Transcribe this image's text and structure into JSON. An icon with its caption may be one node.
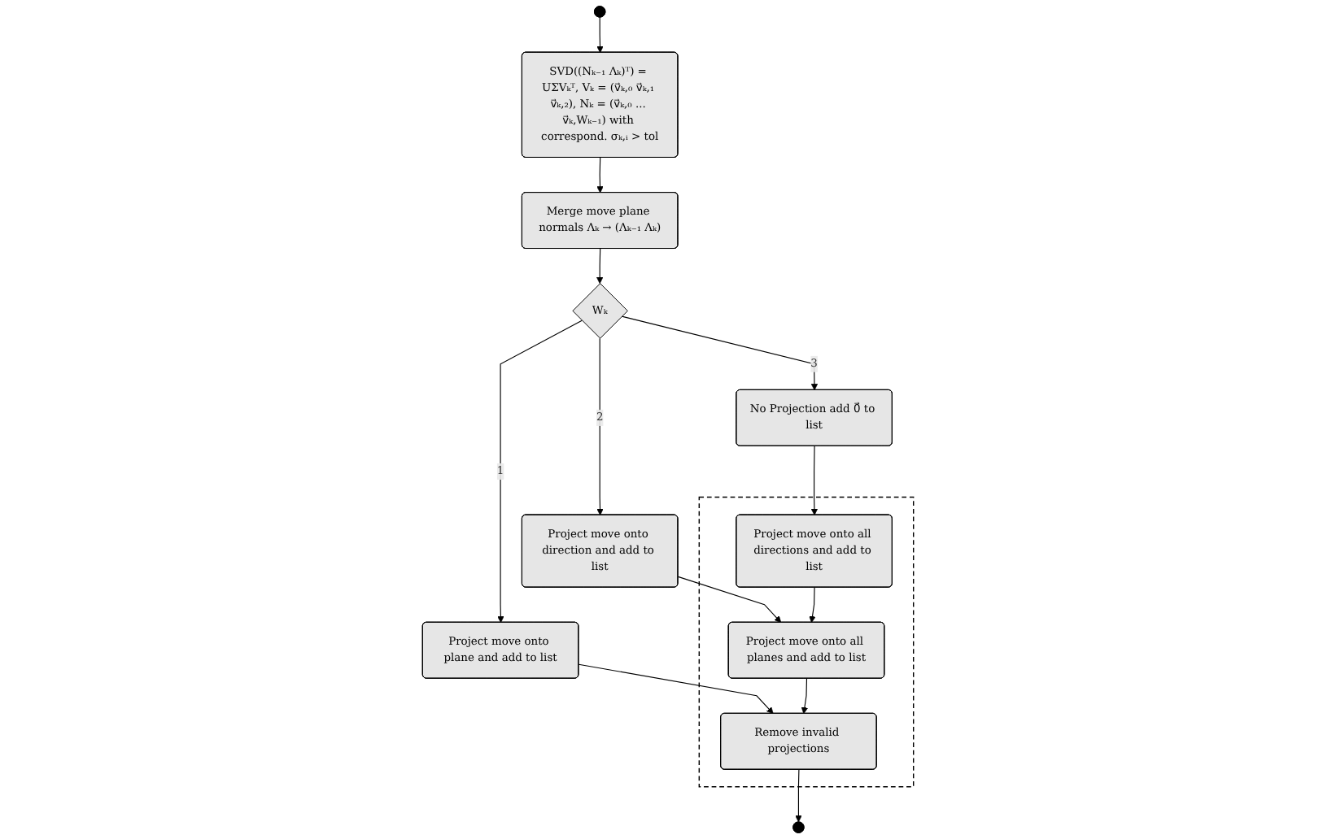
{
  "diagram": {
    "nodes": [
      {
        "text": [],
        "shape": "circle"
      },
      {
        "text": [
          "SVD((Nₖ₋₁ Λₖ)ᵀ) = UΣVₖᵀ, Vₖ = (v⃗ₖ,₀ v⃗ₖ,₁ v⃗ₖ,₂), Nₖ = (v⃗ₖ,₀ ... v⃗ₖ,Wₖ₋₁) with correspond. σₖ,ᵢ > tol"
        ]
      },
      {
        "text": [
          "Merge move plane normals Λₖ → (Λₖ₋₁ Λₖ)"
        ]
      },
      {
        "text": [
          "Wₖ"
        ]
      },
      {
        "text": [
          "No Projection add 0⃗ to list"
        ]
      },
      {
        "text": [
          "Project move onto direction and add to list"
        ]
      },
      {
        "text": [
          "Project move onto plane and add to list"
        ]
      },
      {
        "text": [],
        "shape": "box"
      },
      {
        "text": [
          "Project move onto all directions and add to list"
        ],
        "in": 7
      },
      {
        "text": [
          "Project move onto all planes and add to list"
        ],
        "in": 7
      },
      {
        "text": [
          "Remove invalid projections"
        ],
        "in": 7
      },
      {
        "text": [],
        "shape": "circle"
      }
    ],
    "edges": [
      {
        "from": 0,
        "to": 1,
        "arrow": "to"
      },
      {
        "from": 1,
        "to": 2,
        "arrow": "to"
      },
      {
        "from": 2,
        "to": 3,
        "arrow": "to"
      },
      {
        "from": 3,
        "to": 4,
        "arrow": "to",
        "label": "3"
      },
      {
        "from": 3,
        "to": 5,
        "arrow": "to",
        "label": "2"
      },
      {
        "from": 3,
        "to": 6,
        "arrow": "to",
        "label": "1"
      },
      {
        "from": 4,
        "to": 8,
        "arrow": "to"
      },
      {
        "from": 5,
        "to": 9,
        "arrow": "to"
      },
      {
        "from": 6,
        "to": 10,
        "arrow": "to"
      },
      {
        "from": 8,
        "to": 9,
        "arrow": "to"
      },
      {
        "from": 9,
        "to": 10,
        "arrow": "to"
      },
      {
        "from": 10,
        "to": 11,
        "arrow": "to"
      }
    ]
  }
}
